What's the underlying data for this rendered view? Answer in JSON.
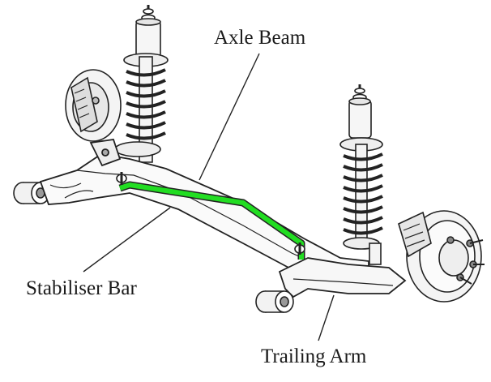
{
  "labels": {
    "axle_beam": "Axle Beam",
    "stabiliser_bar": "Stabiliser Bar",
    "trailing_arm": "Trailing Arm"
  },
  "colors": {
    "stabiliser_bar_highlight": "#22dd22",
    "line_art": "#222222",
    "background": "#ffffff"
  }
}
